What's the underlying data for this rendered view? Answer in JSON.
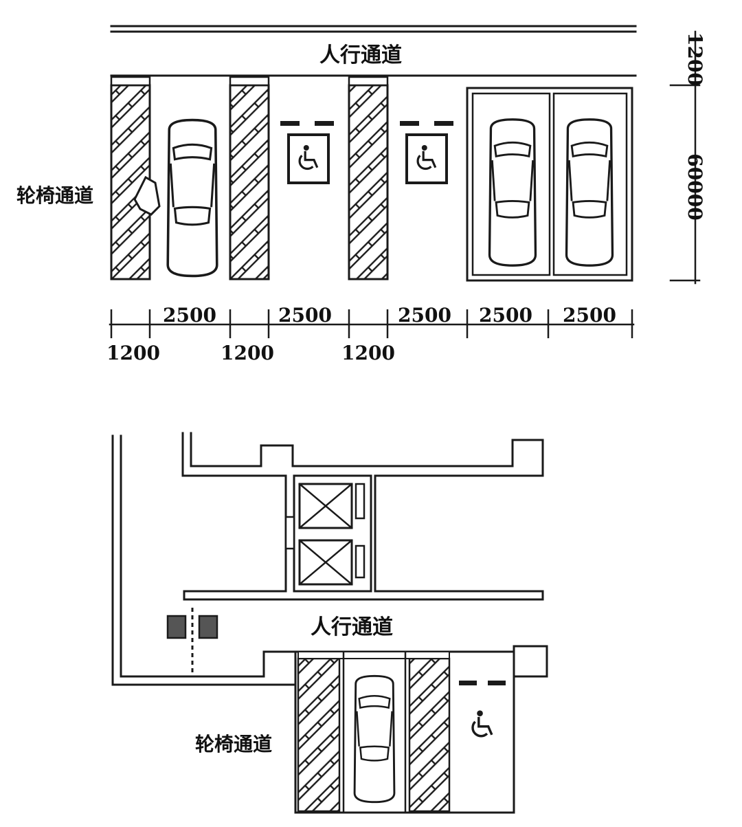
{
  "top_plan": {
    "walkway_label": "人行通道",
    "wheelchair_label": "轮椅通道",
    "depth_dims": [
      "1200",
      "60000"
    ],
    "space_widths": [
      "2500",
      "2500",
      "2500",
      "2500",
      "2500"
    ],
    "aisle_widths": [
      "1200",
      "1200",
      "1200"
    ]
  },
  "bottom_plan": {
    "walkway_label": "人行通道",
    "wheelchair_label": "轮椅通道"
  },
  "icons": [
    "wheelchair-icon",
    "car-icon",
    "elevator-icon",
    "hatch-pattern"
  ]
}
